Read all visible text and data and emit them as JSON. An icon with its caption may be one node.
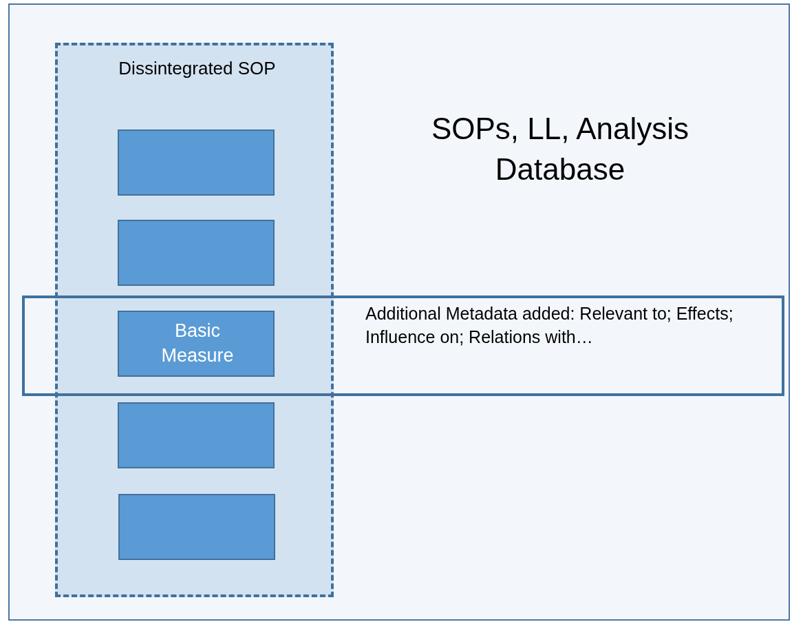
{
  "diagram": {
    "nodes": [
      {
        "text": [
          "SOPs, LL, Analysis Database"
        ]
      },
      {
        "text": [
          "Dissintegrated SOP"
        ],
        "in": 0
      },
      {
        "text": [],
        "shape": "box",
        "in": 1
      },
      {
        "text": [],
        "shape": "box",
        "in": 1
      },
      {
        "text": [
          "Basic Measure"
        ]
      },
      {
        "text": [],
        "shape": "box",
        "in": 1
      },
      {
        "text": [],
        "shape": "box",
        "in": 1
      },
      {
        "text": [
          "Additional Metadata added: Relevant to; Effects; Influence on; Relations with…"
        ],
        "in": 0
      }
    ]
  }
}
